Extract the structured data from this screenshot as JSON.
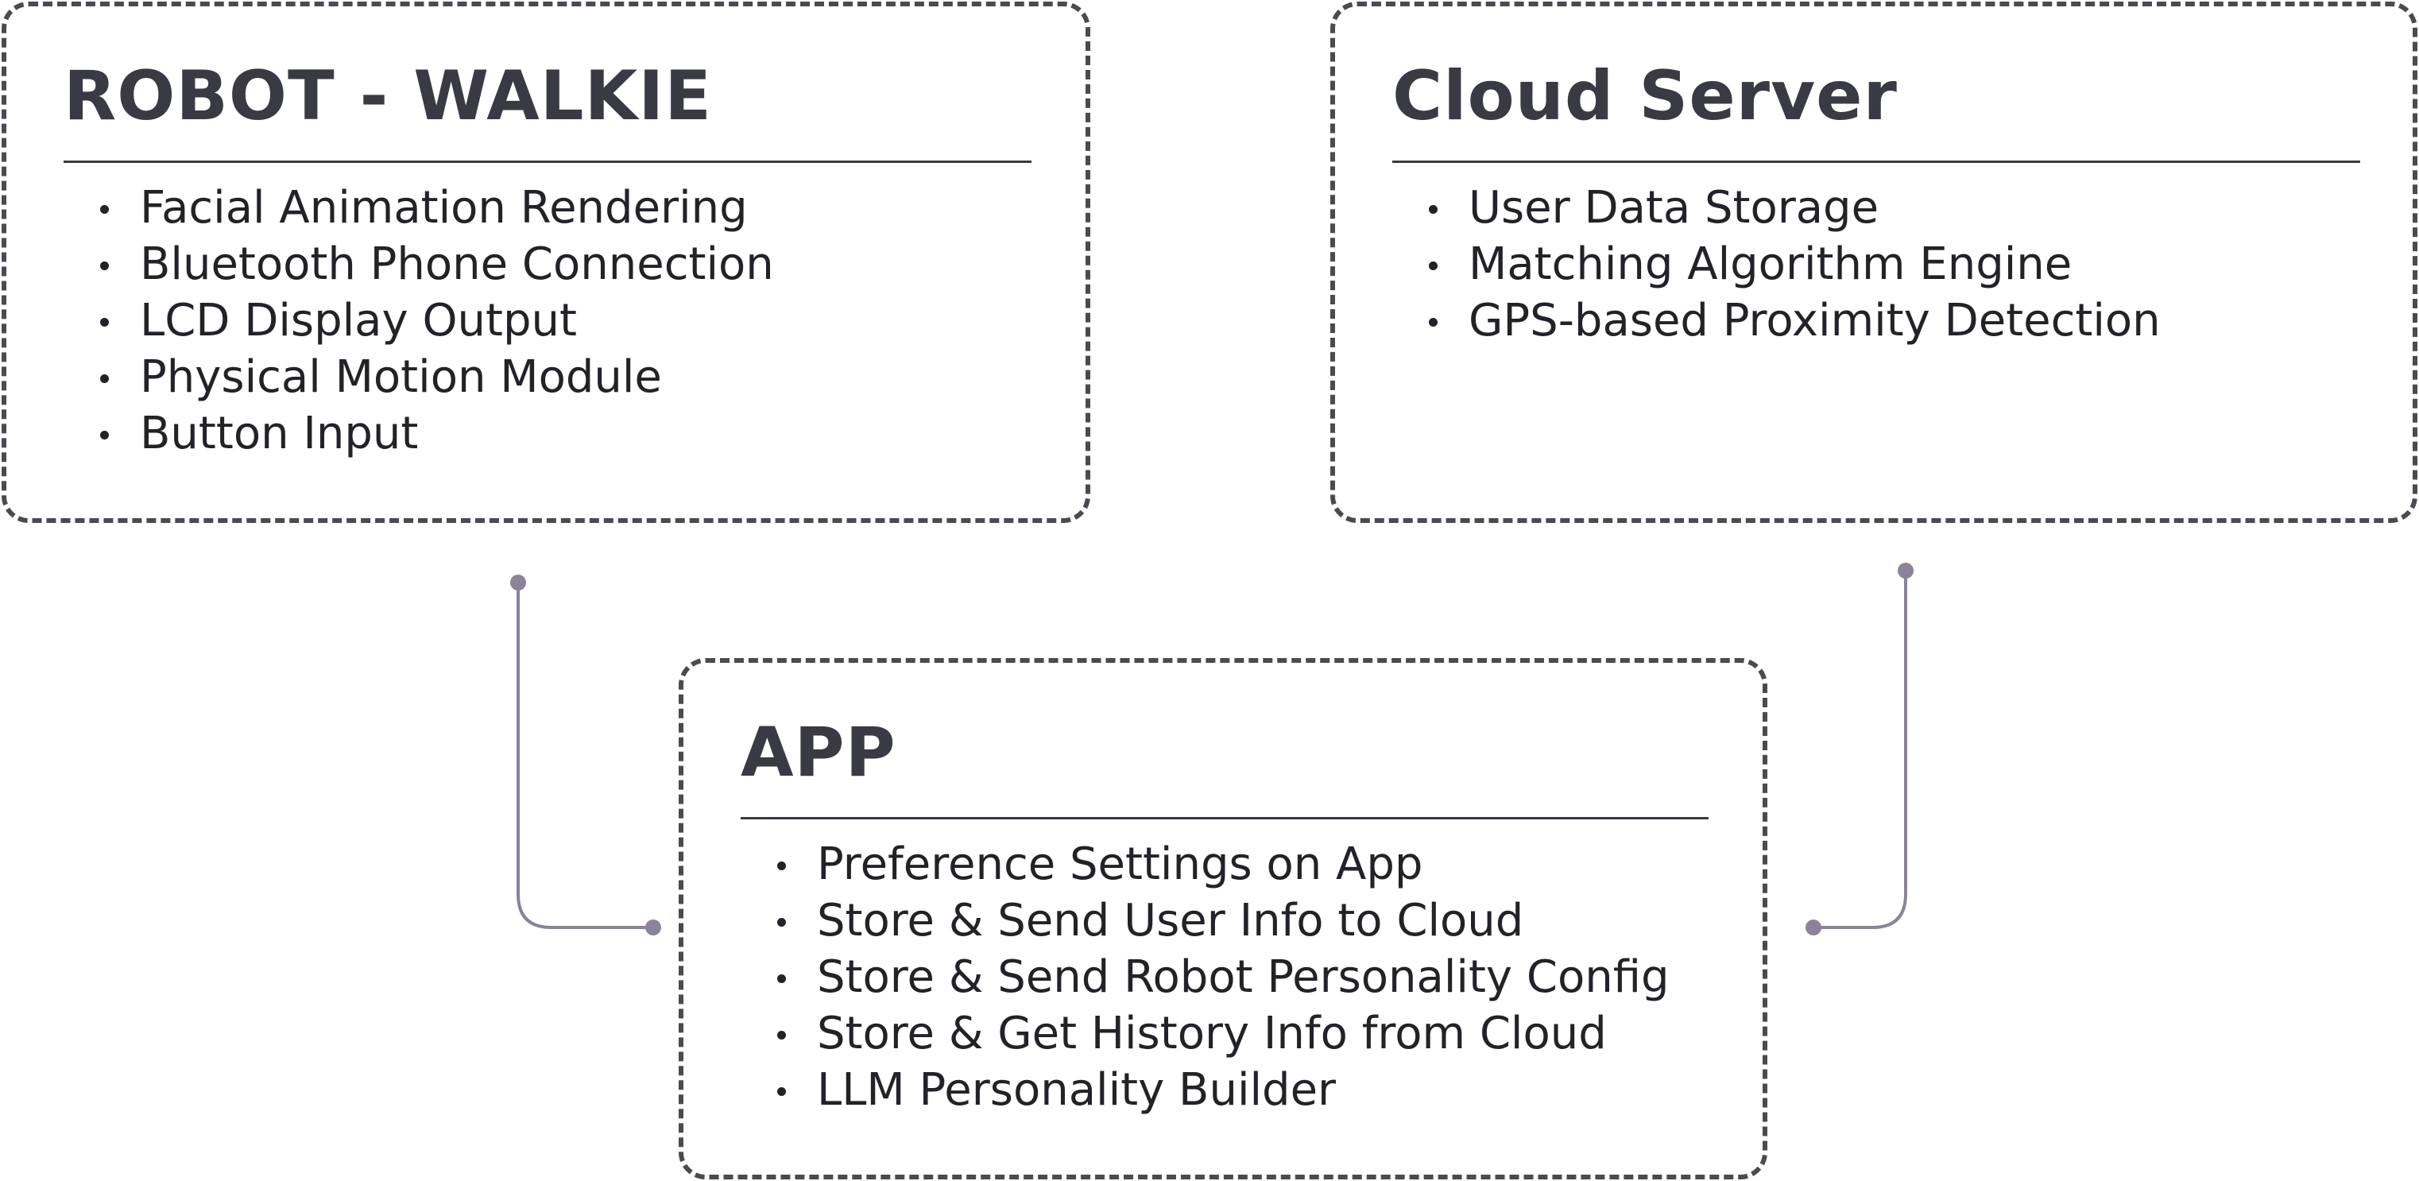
{
  "boxes": {
    "robot": {
      "title": "ROBOT - WALKIE",
      "items": [
        "Facial Animation Rendering",
        "Bluetooth Phone Connection",
        "LCD Display Output",
        "Physical Motion Module",
        "Button Input"
      ]
    },
    "cloud": {
      "title": "Cloud Server",
      "items": [
        "User Data Storage",
        "Matching Algorithm Engine",
        "GPS-based Proximity Detection"
      ]
    },
    "app": {
      "title": "APP",
      "items": [
        "Preference Settings on App",
        "Store & Send User Info to Cloud",
        "Store & Send Robot Personality Config",
        "Store & Get History Info from Cloud",
        "LLM Personality Builder"
      ]
    }
  },
  "colors": {
    "border": "#4a4a52",
    "text": "#3a3a44",
    "connector": "#8a8399"
  }
}
